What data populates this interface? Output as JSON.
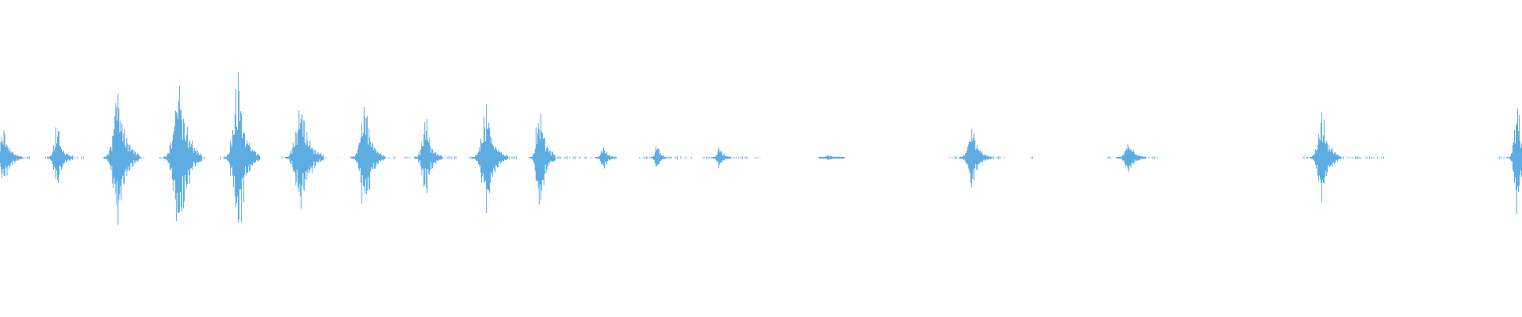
{
  "waveform": {
    "color": "#5dade2",
    "background": "#ffffff",
    "duration_fraction_axis": "time",
    "bursts": [
      {
        "t": 0.003,
        "amp": 0.09,
        "width": 0.012
      },
      {
        "t": 0.038,
        "amp": 0.1,
        "width": 0.01
      },
      {
        "t": 0.078,
        "amp": 0.22,
        "width": 0.014
      },
      {
        "t": 0.118,
        "amp": 0.27,
        "width": 0.015
      },
      {
        "t": 0.157,
        "amp": 0.24,
        "width": 0.014
      },
      {
        "t": 0.198,
        "amp": 0.18,
        "width": 0.015
      },
      {
        "t": 0.24,
        "amp": 0.17,
        "width": 0.013
      },
      {
        "t": 0.28,
        "amp": 0.12,
        "width": 0.011
      },
      {
        "t": 0.32,
        "amp": 0.16,
        "width": 0.014
      },
      {
        "t": 0.355,
        "amp": 0.18,
        "width": 0.01
      },
      {
        "t": 0.397,
        "amp": 0.04,
        "width": 0.008
      },
      {
        "t": 0.432,
        "amp": 0.05,
        "width": 0.006
      },
      {
        "t": 0.473,
        "amp": 0.04,
        "width": 0.007
      },
      {
        "t": 0.545,
        "amp": 0.01,
        "width": 0.01
      },
      {
        "t": 0.639,
        "amp": 0.1,
        "width": 0.012
      },
      {
        "t": 0.742,
        "amp": 0.06,
        "width": 0.011
      },
      {
        "t": 0.869,
        "amp": 0.15,
        "width": 0.012
      },
      {
        "t": 0.997,
        "amp": 0.2,
        "width": 0.008
      }
    ],
    "noise_segments": [
      {
        "start": 0.0,
        "end": 0.02
      },
      {
        "start": 0.03,
        "end": 0.055
      },
      {
        "start": 0.068,
        "end": 0.095
      },
      {
        "start": 0.105,
        "end": 0.135
      },
      {
        "start": 0.145,
        "end": 0.17
      },
      {
        "start": 0.183,
        "end": 0.215
      },
      {
        "start": 0.222,
        "end": 0.26
      },
      {
        "start": 0.266,
        "end": 0.3
      },
      {
        "start": 0.308,
        "end": 0.34
      },
      {
        "start": 0.35,
        "end": 0.405
      },
      {
        "start": 0.42,
        "end": 0.455
      },
      {
        "start": 0.462,
        "end": 0.5
      },
      {
        "start": 0.538,
        "end": 0.555
      },
      {
        "start": 0.624,
        "end": 0.666
      },
      {
        "start": 0.676,
        "end": 0.679
      },
      {
        "start": 0.728,
        "end": 0.763
      },
      {
        "start": 0.856,
        "end": 0.91
      },
      {
        "start": 0.985,
        "end": 1.0
      }
    ]
  }
}
